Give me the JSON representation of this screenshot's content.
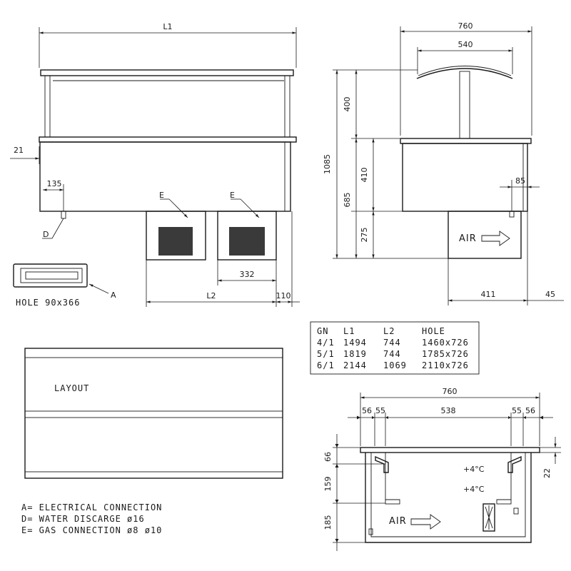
{
  "front": {
    "dim_L1": "L1",
    "dim_21": "21",
    "dim_135": "135",
    "dim_332": "332",
    "dim_L2": "L2",
    "dim_110": "110",
    "callout_E1": "E",
    "callout_E2": "E",
    "callout_D": "D",
    "callout_A": "A",
    "hole_label": "HOLE 90x366"
  },
  "side": {
    "dim_760": "760",
    "dim_540": "540",
    "dim_1085": "1085",
    "dim_400": "400",
    "dim_685": "685",
    "dim_410": "410",
    "dim_275": "275",
    "dim_85": "85",
    "dim_411": "411",
    "dim_45": "45",
    "air_label": "AIR"
  },
  "table": {
    "headers": [
      "GN",
      "L1",
      "L2",
      "HOLE"
    ],
    "rows": [
      [
        "4/1",
        "1494",
        "744",
        "1460x726"
      ],
      [
        "5/1",
        "1819",
        "744",
        "1785x726"
      ],
      [
        "6/1",
        "2144",
        "1069",
        "2110x726"
      ]
    ]
  },
  "layout": {
    "label": "LAYOUT"
  },
  "legend": {
    "items": [
      "A= ELECTRICAL CONNECTION",
      "D= WATER DISCARGE ø16",
      "E= GAS CONNECTION ø8 ø10"
    ]
  },
  "section": {
    "dim_760": "760",
    "dim_56a": "56",
    "dim_55a": "55",
    "dim_538": "538",
    "dim_55b": "55",
    "dim_56b": "56",
    "dim_66": "66",
    "dim_159": "159",
    "dim_185": "185",
    "dim_22": "22",
    "temp1": "+4°C",
    "temp2": "+4°C",
    "air_label": "AIR"
  }
}
